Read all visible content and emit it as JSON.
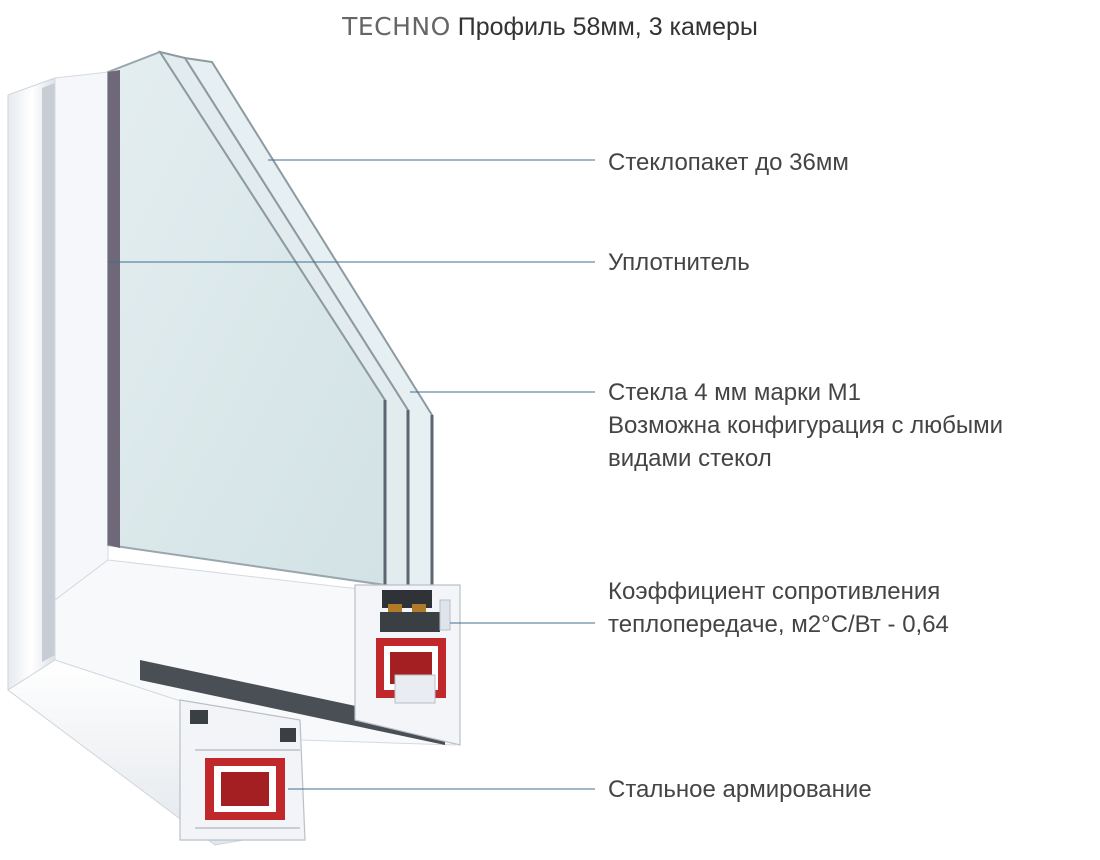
{
  "title": {
    "brand": "TECHNO",
    "text": "Профиль 58мм, 3 камеры"
  },
  "callouts": [
    {
      "id": "glass-unit",
      "lines": [
        "Стеклопакет до 36мм"
      ]
    },
    {
      "id": "seal",
      "lines": [
        "Уплотнитель"
      ]
    },
    {
      "id": "glass",
      "lines": [
        "Стекла 4 мм марки М1",
        "Возможна конфигурация с любыми",
        "видами стекол"
      ]
    },
    {
      "id": "coefficient",
      "lines": [
        "Коэффициент сопротивления",
        "теплопередаче, м2°C/Вт - 0,64"
      ]
    },
    {
      "id": "steel",
      "lines": [
        "Стальное армирование"
      ]
    }
  ],
  "colors": {
    "leader_line": "#3f6f8f",
    "reinforcement": "#c0282b",
    "profile": "#f4f6f9",
    "glass": "#d9e8ea"
  }
}
